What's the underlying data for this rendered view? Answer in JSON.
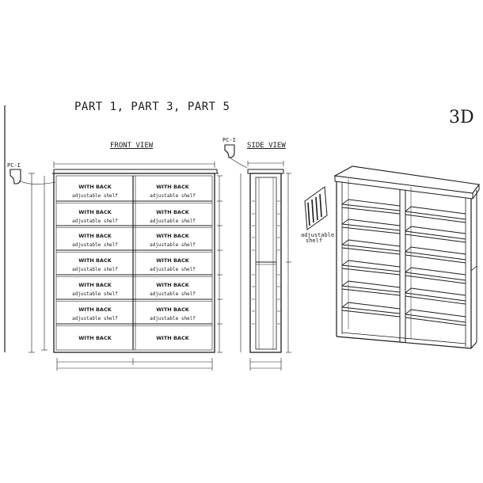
{
  "title": "PART 1, PART 3, PART 5",
  "view_3d_label": "3D",
  "front_view": {
    "title": "FRONT VIEW",
    "cell_title": "WITH BACK",
    "cell_subtitle": "adjustable shelf"
  },
  "side_view": {
    "title": "SIDE VIEW"
  },
  "profile_label": "PC-I",
  "shelf_callout": {
    "line1": "adjustable",
    "line2": "shelf"
  },
  "colors": {
    "ink": "#1c1c1c",
    "background": "#ffffff"
  }
}
